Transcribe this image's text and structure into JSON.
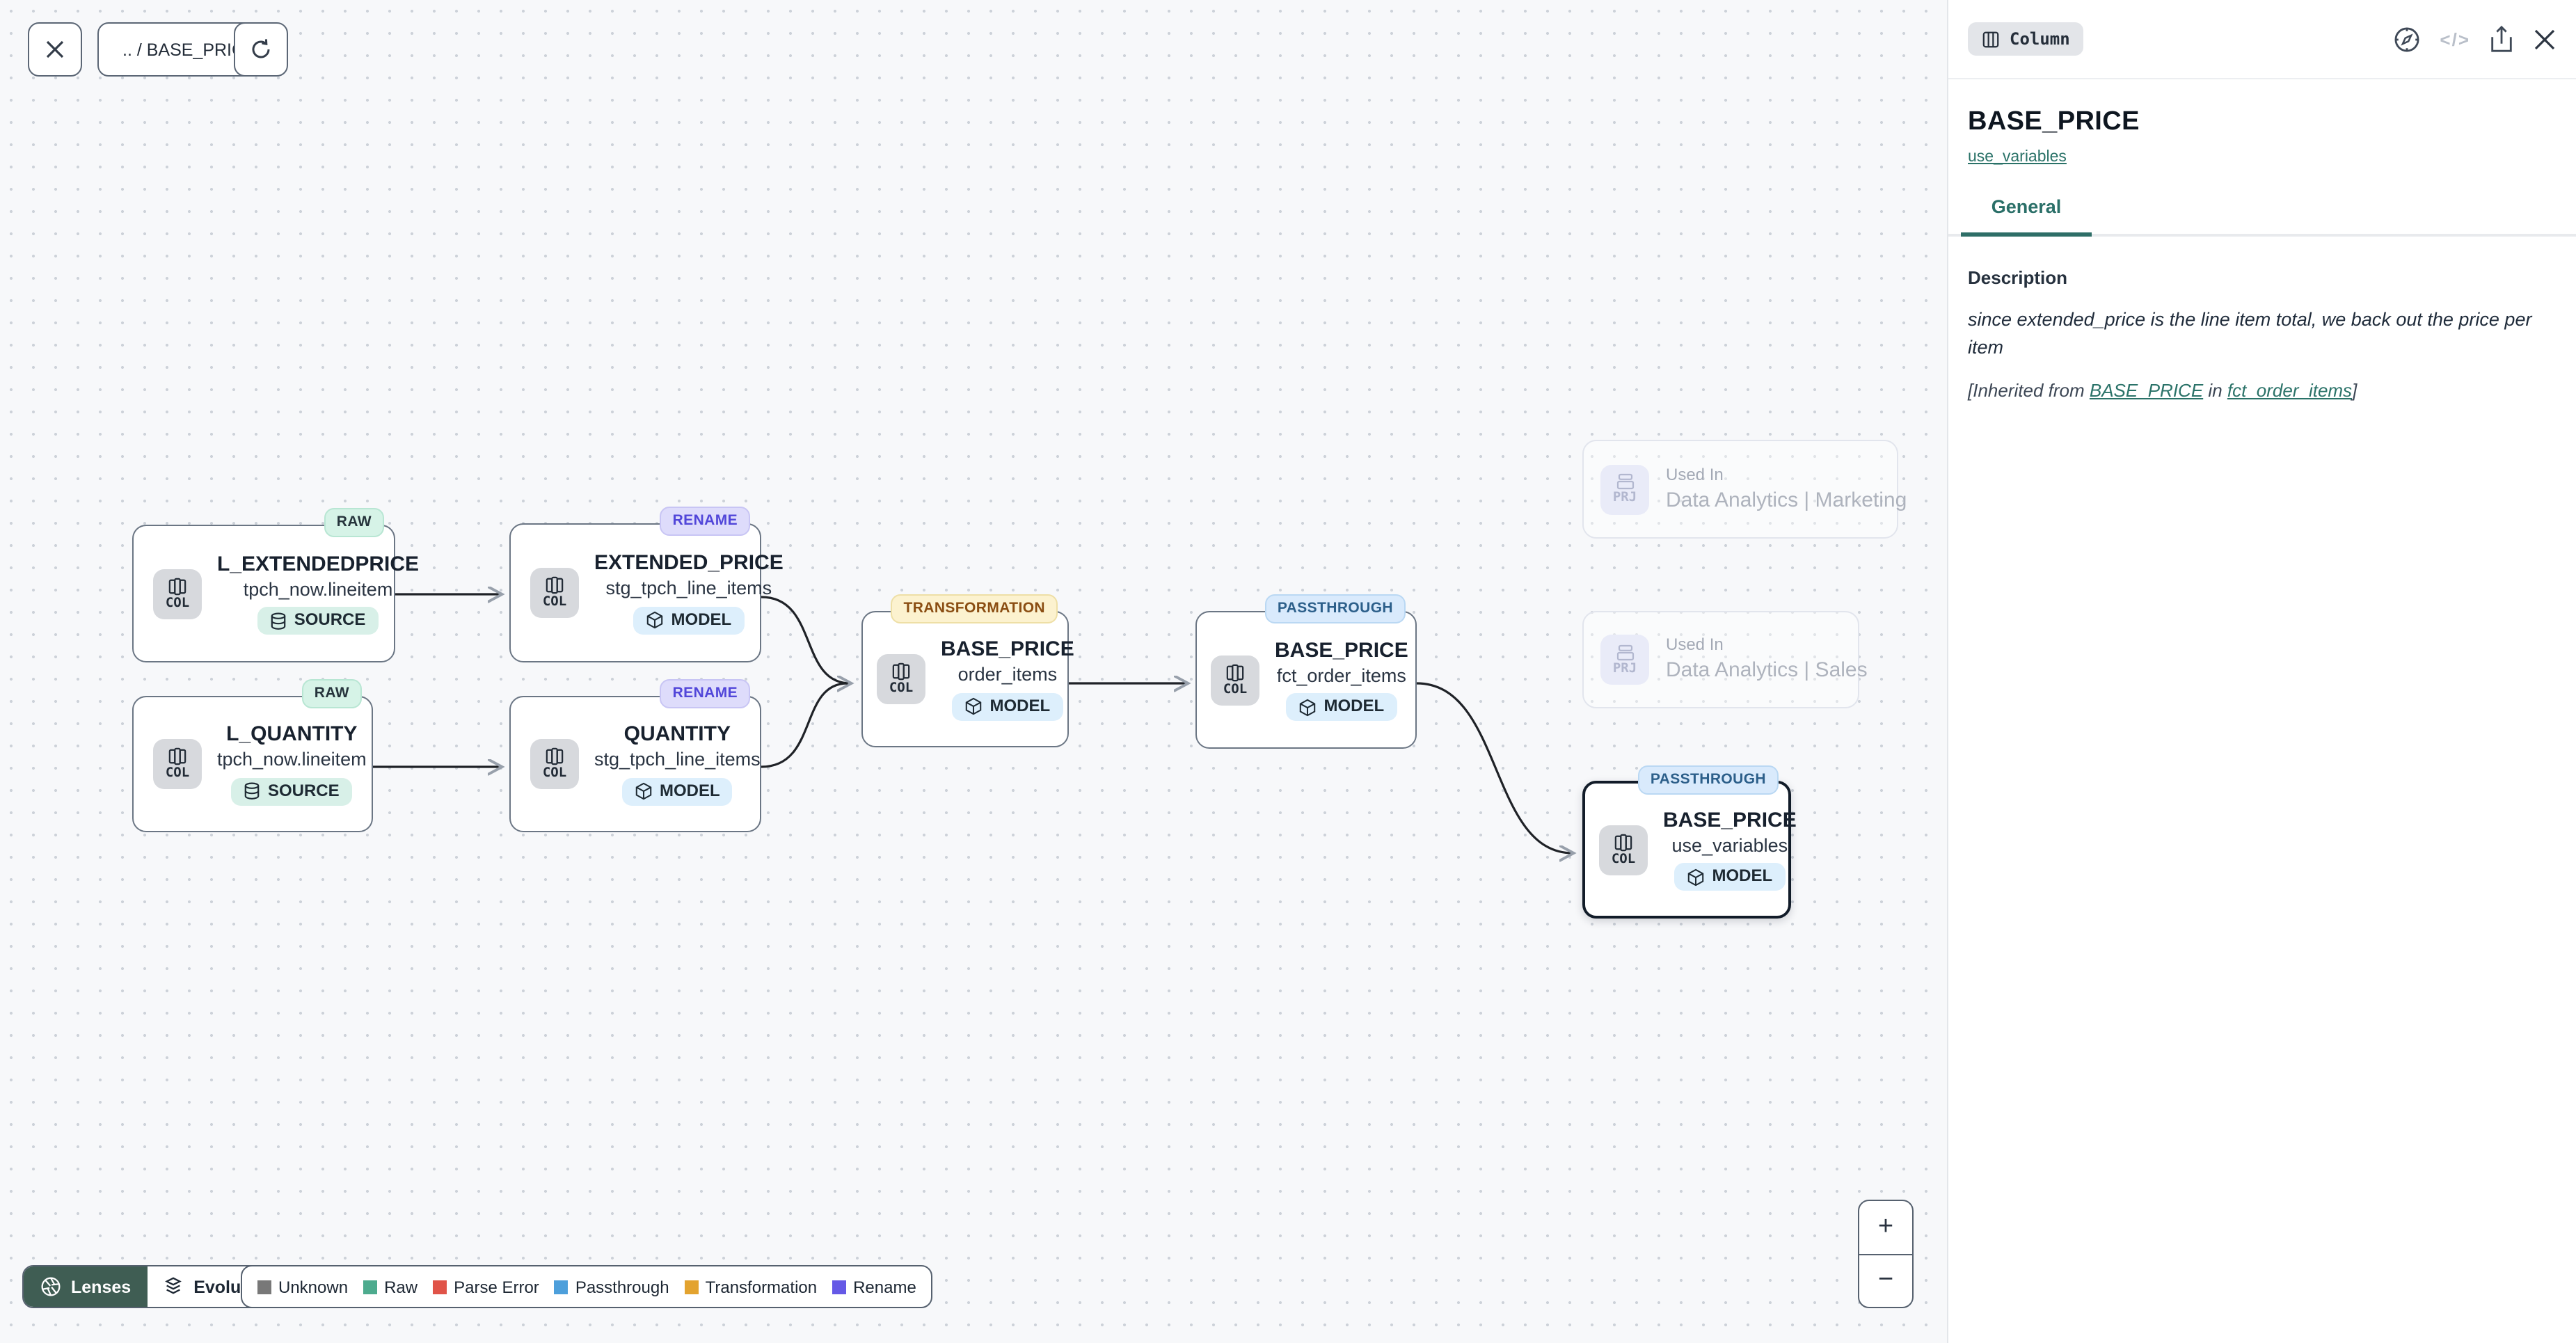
{
  "toolbar": {
    "breadcrumb": ".. / BASE_PRICE"
  },
  "icons": {
    "close": "✕",
    "code": "</>"
  },
  "canvas": {
    "nodes": [
      {
        "type_label": "COL",
        "badge": "RAW",
        "title": "L_EXTENDEDPRICE",
        "subtitle": "tpch_now.lineitem",
        "pill": "SOURCE"
      },
      {
        "type_label": "COL",
        "badge": "RENAME",
        "title": "EXTENDED_PRICE",
        "subtitle": "stg_tpch_line_items",
        "pill": "MODEL"
      },
      {
        "type_label": "COL",
        "badge": "RAW",
        "title": "L_QUANTITY",
        "subtitle": "tpch_now.lineitem",
        "pill": "SOURCE"
      },
      {
        "type_label": "COL",
        "badge": "RENAME",
        "title": "QUANTITY",
        "subtitle": "stg_tpch_line_items",
        "pill": "MODEL"
      },
      {
        "type_label": "COL",
        "badge": "TRANSFORMATION",
        "title": "BASE_PRICE",
        "subtitle": "order_items",
        "pill": "MODEL"
      },
      {
        "type_label": "COL",
        "badge": "PASSTHROUGH",
        "title": "BASE_PRICE",
        "subtitle": "fct_order_items",
        "pill": "MODEL"
      },
      {
        "type_label": "COL",
        "badge": "PASSTHROUGH",
        "title": "BASE_PRICE",
        "subtitle": "use_variables",
        "pill": "MODEL"
      }
    ],
    "used_in": [
      {
        "type_label": "PRJ",
        "label": "Used In",
        "project": "Data Analytics | Marketing"
      },
      {
        "type_label": "PRJ",
        "label": "Used In",
        "project": "Data Analytics | Sales"
      }
    ]
  },
  "footer": {
    "lenses_label": "Lenses",
    "view_label": "Evolution",
    "legend": [
      {
        "label": "Unknown",
        "color": "#787878"
      },
      {
        "label": "Raw",
        "color": "#4dab8e"
      },
      {
        "label": "Parse Error",
        "color": "#e05348"
      },
      {
        "label": "Passthrough",
        "color": "#4d9fdb"
      },
      {
        "label": "Transformation",
        "color": "#e3a32f"
      },
      {
        "label": "Rename",
        "color": "#6559e6"
      }
    ]
  },
  "zoom_controls": {
    "zoom_in": "+",
    "zoom_out": "−"
  },
  "panel": {
    "type_chip": "Column",
    "title": "BASE_PRICE",
    "subtitle_link": "use_variables",
    "tab_general": "General",
    "description_heading": "Description",
    "description": "since extended_price is the line item total, we back out the price per item",
    "inherited_prefix": "[Inherited from ",
    "inherited_link_column": "BASE_PRICE",
    "inherited_mid": " in ",
    "inherited_link_model": "fct_order_items",
    "inherited_suffix": "]"
  },
  "colors": {
    "accent_teal": "#2a7268",
    "lenses_green": "#3f5d53",
    "selected_border": "#121c29"
  }
}
